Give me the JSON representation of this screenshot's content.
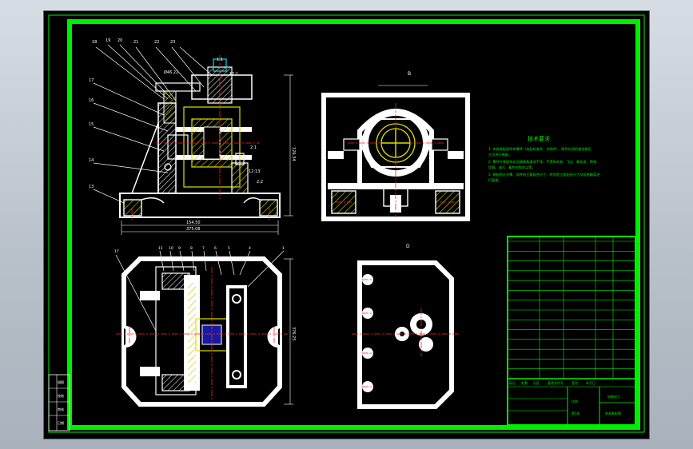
{
  "drawing": {
    "scale_label": "比例",
    "sheet_label": "第1张",
    "company": "机械加工",
    "drawing_name": "夹具装配图"
  },
  "views": {
    "section_top_right": "B",
    "section_bottom_right": "D",
    "front_dims_bottom": [
      "154.50",
      "375.08"
    ],
    "front_dims_right": "126.34",
    "plan_dims_right": "376.25",
    "front_marks": [
      "2:1",
      "1:1",
      "12:1",
      "12:13",
      "2:2"
    ],
    "front_annotation": "Ø46.22"
  },
  "notes": {
    "title": "技术要求",
    "lines": [
      "1. 夹具装配前所有零件（包括标准件、外购件）、铸件均须检查合格后",
      "   方可进行装配。",
      "2. 零件在装配前必须清理和清洗干净，不得有毛刺、飞边、氧化皮、锈蚀、",
      "   切屑、油污、着色剂和灰尘等。",
      "3. 装配前应对零、部件的主要配合尺寸，特别是过盈配合尺寸及相关精度进",
      "   行复查。"
    ]
  },
  "title_block": {
    "rows": 14,
    "footer": [
      "标记",
      "处数",
      "分区",
      "更改文件号",
      "签名",
      "年月日"
    ]
  },
  "left_table": {
    "labels": [
      "描图",
      "校核",
      "审核",
      "日期"
    ]
  },
  "colors": {
    "frame_green": "#00ee00",
    "line_white": "#ffffff",
    "line_yellow": "#e0e000",
    "line_cyan": "#00e0e0",
    "line_red": "#ff2020",
    "hatch_yellow": "#c8c800",
    "blue_fill": "#1a1aa0"
  }
}
